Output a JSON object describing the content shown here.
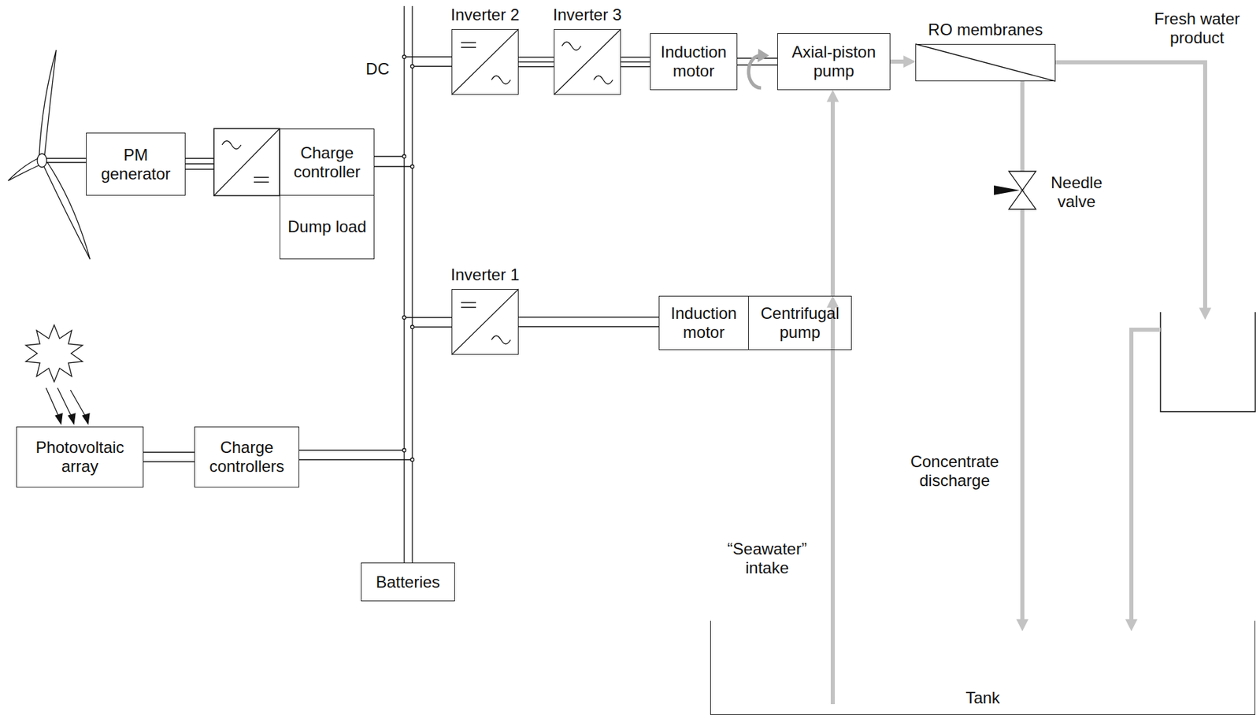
{
  "diagram": {
    "nodes": [
      {
        "text": [
          "Inverter 2"
        ]
      },
      {
        "text": [
          "Inverter 3"
        ]
      },
      {
        "text": [
          "Induction motor"
        ]
      },
      {
        "text": [
          "Axial-piston pump"
        ]
      },
      {
        "text": [
          "RO membranes"
        ]
      },
      {
        "text": [
          "PM generator"
        ]
      },
      {
        "text": [
          "Charge controller"
        ]
      },
      {
        "text": [
          "Dump load"
        ]
      },
      {
        "text": [
          "Inverter 1"
        ]
      },
      {
        "text": [
          "Induction motor"
        ]
      },
      {
        "text": [
          "Centrifugal pump"
        ]
      },
      {
        "text": [
          "Photovoltaic array"
        ]
      },
      {
        "text": [
          "Charge controllers"
        ]
      },
      {
        "text": [
          "Batteries"
        ]
      },
      {
        "text": [
          "Tank"
        ]
      }
    ],
    "edges": [
      {
        "from": 0,
        "to": 1,
        "arrow": "none"
      },
      {
        "from": 1,
        "to": 2,
        "arrow": "none"
      },
      {
        "from": 2,
        "to": 3,
        "arrow": "none"
      },
      {
        "from": 3,
        "to": 4,
        "arrow": "to"
      },
      {
        "from": 4,
        "to": 14,
        "arrow": "to"
      },
      {
        "from": 10,
        "to": 3,
        "arrow": "to"
      },
      {
        "from": 14,
        "to": 10,
        "arrow": "to"
      },
      {
        "from": 8,
        "to": 9,
        "arrow": "none"
      },
      {
        "from": 11,
        "to": 12,
        "arrow": "none"
      }
    ],
    "labels": [
      "DC",
      "Fresh water product",
      "Needle valve",
      "Concentrate discharge",
      "“Seawater” intake"
    ]
  }
}
